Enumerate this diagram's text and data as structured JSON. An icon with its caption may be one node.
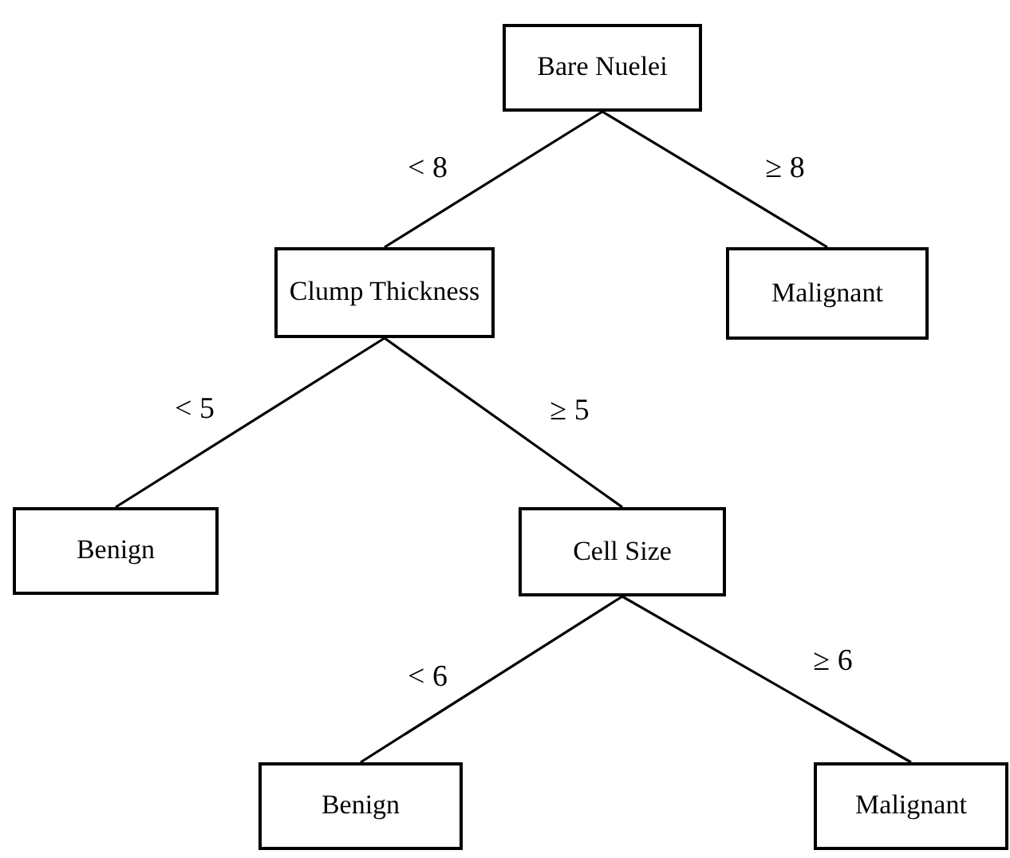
{
  "diagram": {
    "nodes": [
      {
        "text": [
          "Bare Nuelei"
        ]
      },
      {
        "text": [
          "Clump Thickness"
        ]
      },
      {
        "text": [
          "Malignant"
        ]
      },
      {
        "text": [
          "Benign"
        ]
      },
      {
        "text": [
          "Cell Size"
        ]
      },
      {
        "text": [
          "Benign"
        ]
      },
      {
        "text": [
          "Malignant"
        ]
      }
    ],
    "edges": [
      {
        "from": 0,
        "to": 1,
        "label": "< 8",
        "arrow": "none"
      },
      {
        "from": 0,
        "to": 2,
        "label": "≥ 8",
        "arrow": "none"
      },
      {
        "from": 1,
        "to": 3,
        "label": "< 5",
        "arrow": "none"
      },
      {
        "from": 1,
        "to": 4,
        "label": "≥ 5",
        "arrow": "none"
      },
      {
        "from": 4,
        "to": 5,
        "label": "< 6",
        "arrow": "none"
      },
      {
        "from": 4,
        "to": 6,
        "label": "≥ 6",
        "arrow": "none"
      }
    ]
  }
}
